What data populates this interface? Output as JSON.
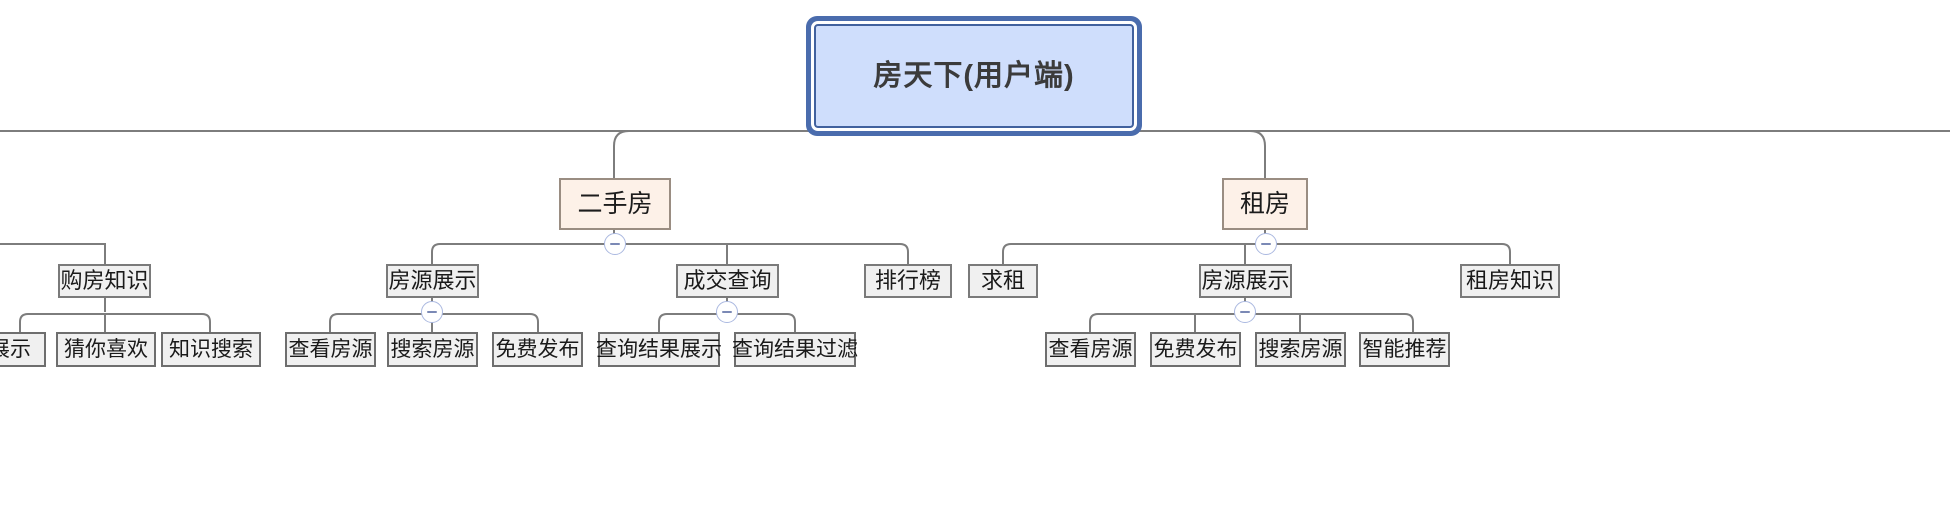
{
  "diagram": {
    "type": "mindmap-tree",
    "title": "房天下(用户端)",
    "orientation": "top-down",
    "colors": {
      "root_fill": "#cfdefc",
      "root_border": "#41619e",
      "level1_fill": "#fdf1e8",
      "level1_border": "#9a8d82",
      "node_fill": "#f0f0f0",
      "node_border": "#7a7a7a",
      "connector": "#7d7d7d",
      "badge_border": "#aab8e0",
      "badge_glyph": "#7b89b5",
      "canvas": "#ffffff"
    }
  },
  "root": {
    "label": "房天下(用户端)"
  },
  "branches": [
    {
      "id": "ershoufang",
      "label": "二手房",
      "collapse_icon": "minus-circle-icon",
      "children": [
        {
          "id": "esf-fangyuan-zhanshi",
          "label": "房源展示",
          "collapse_icon": "minus-circle-icon",
          "children": [
            {
              "id": "esf-chakan-fangyuan",
              "label": "查看房源"
            },
            {
              "id": "esf-sousuo-fangyuan",
              "label": "搜索房源"
            },
            {
              "id": "esf-mianfei-fabu",
              "label": "免费发布"
            }
          ]
        },
        {
          "id": "esf-chengjiao-chaxun",
          "label": "成交查询",
          "collapse_icon": "minus-circle-icon",
          "children": [
            {
              "id": "esf-chaxun-jieguo-zhanshi",
              "label": "查询结果展示"
            },
            {
              "id": "esf-chaxun-jieguo-guolv",
              "label": "查询结果过滤"
            }
          ]
        },
        {
          "id": "esf-paihangbang",
          "label": "排行榜",
          "children": []
        }
      ]
    },
    {
      "id": "zufang",
      "label": "租房",
      "collapse_icon": "minus-circle-icon",
      "children": [
        {
          "id": "zf-qiuzu",
          "label": "求租",
          "children": []
        },
        {
          "id": "zf-fangyuan-zhanshi",
          "label": "房源展示",
          "collapse_icon": "minus-circle-icon",
          "children": [
            {
              "id": "zf-chakan-fangyuan",
              "label": "查看房源"
            },
            {
              "id": "zf-mianfei-fabu",
              "label": "免费发布"
            },
            {
              "id": "zf-sousuo-fangyuan",
              "label": "搜索房源"
            },
            {
              "id": "zf-zhineng-tuijian",
              "label": "智能推荐"
            }
          ]
        },
        {
          "id": "zf-zufang-zhishi",
          "label": "租房知识",
          "children": []
        }
      ]
    }
  ],
  "offscreen_branch": {
    "note": "partially scrolled out at left edge",
    "nodes": [
      {
        "id": "gou-fang-zhishi",
        "label": "购房知识",
        "children": [
          {
            "id": "ofs-zhanshi",
            "label": "展示",
            "clipped": true
          },
          {
            "id": "ofs-cai-ni-xihuan",
            "label": "猜你喜欢"
          },
          {
            "id": "ofs-zhishi-sousuo",
            "label": "知识搜索"
          }
        ]
      }
    ]
  }
}
